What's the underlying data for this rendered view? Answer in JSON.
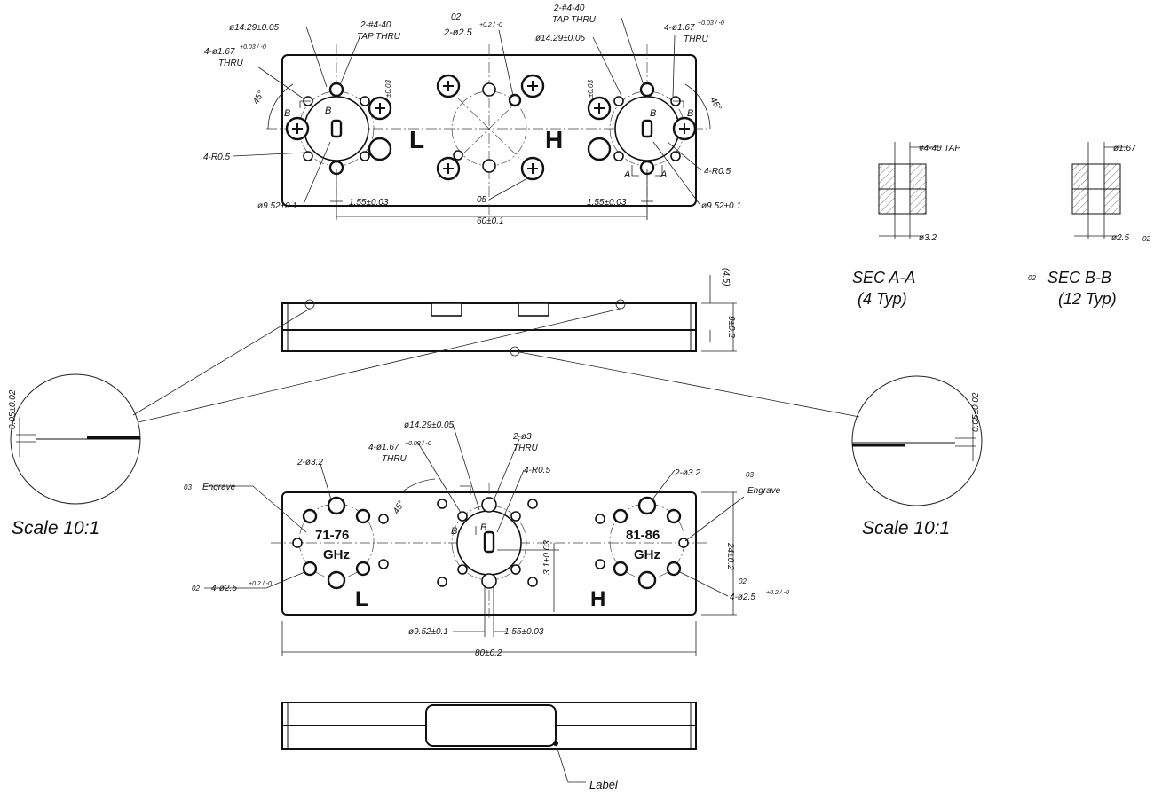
{
  "callouts": {
    "top_flange_dia_left": "ø14.29±0.05",
    "top_tap_left": "2-#4-40",
    "top_tap_left_2": "TAP  THRU",
    "top_rev_02": "02",
    "top_pin_holes": "2-ø2.5",
    "top_pin_tol": "+0.2 / -0",
    "top_tap_right": "2-#4-40",
    "top_tap_right_2": "TAP THRU",
    "top_flange_dia_right": "ø14.29±0.05",
    "top_thru_right": "4-ø1.67",
    "top_thru_right_2": "THRU",
    "top_thru_tol": "+0.03 / -0",
    "top_thru_left": "4-ø1.67",
    "top_thru_left_2": "THRU",
    "angle_45": "45°",
    "tol_003": "±0.03",
    "radius_left": "4-R0.5",
    "radius_right": "4-R0.5",
    "bore_left": "ø9.52±0.1",
    "bore_right": "ø9.52±0.1",
    "offset_left": "1.55±0.03",
    "offset_right": "1.55±0.03",
    "rev_05": "05",
    "length_60": "60±0.1",
    "letter_b": "B",
    "letter_a": "A",
    "letter_l": "L",
    "letter_h": "H"
  },
  "sections": {
    "a_tap": "#4-40  TAP",
    "a_dia": "ø3.2",
    "a_title": "SEC A-A",
    "a_count": "(4 Typ)",
    "b_dia_top": "ø1.67",
    "b_dia_bottom": "ø2.5",
    "b_rev": "02",
    "b_title": "SEC B-B",
    "b_count": "(12 Typ)"
  },
  "side_view": {
    "depth": "(4.5)",
    "thickness": "9±0.2"
  },
  "details": {
    "scale_left": "Scale 10:1",
    "scale_right": "Scale 10:1",
    "flatness_left": "0.05±0.02",
    "flatness_right": "0.05±0.02"
  },
  "bottom_view": {
    "dia_1429": "ø14.29±0.05",
    "thru_167": "4-ø1.67",
    "thru_167_2": "THRU",
    "holes_3": "2-ø3",
    "holes_3_2": "THRU",
    "radius": "4-R0.5",
    "holes_32_left": "2-ø3.2",
    "holes_32_right": "2-ø3.2",
    "engrave_rev": "03",
    "engrave_left": "Engrave",
    "engrave_right": "Engrave",
    "freq_left_1": "71-76",
    "freq_left_2": "GHz",
    "freq_right_1": "81-86",
    "freq_right_2": "GHz",
    "pins_rev": "02",
    "pins_left": "4-ø2.5",
    "pins_right": "4-ø2.5",
    "height": "24±0.2",
    "center_offset": "3.1±0.03",
    "bore": "ø9.52±0.1",
    "offset": "1.55±0.03",
    "length": "80±0.2"
  },
  "end_view": {
    "label": "Label"
  }
}
